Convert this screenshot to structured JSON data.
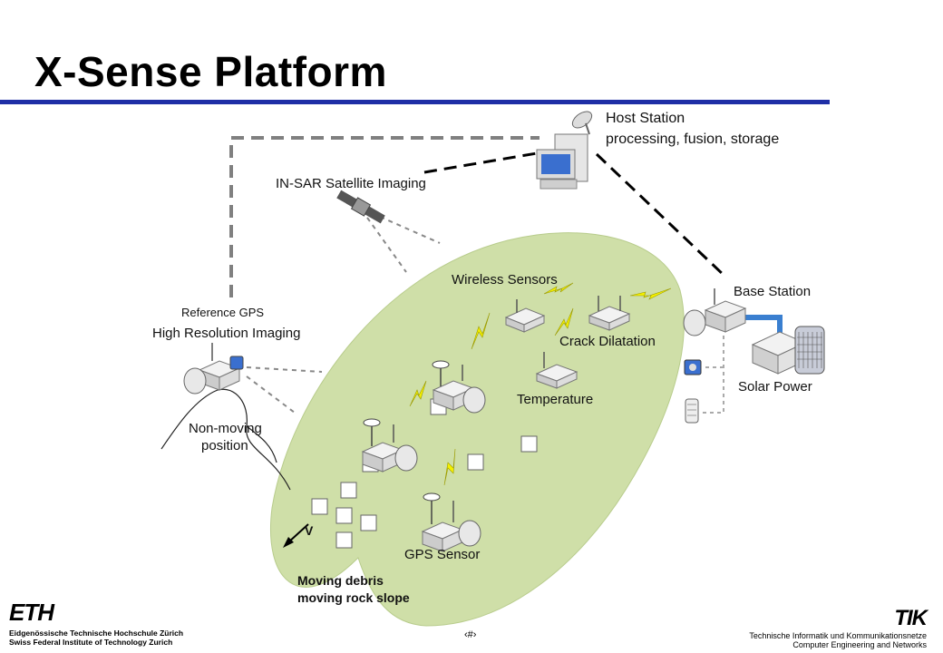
{
  "slide": {
    "title": "X-Sense Platform",
    "number": "‹#›"
  },
  "diagram": {
    "host_station_line1": "Host Station",
    "host_station_line2": "processing, fusion, storage",
    "insar": "IN-SAR Satellite Imaging",
    "reference_gps": "Reference GPS",
    "high_res": "High Resolution Imaging",
    "non_moving_line1": "Non-moving",
    "non_moving_line2": "position",
    "wireless_sensors": "Wireless Sensors",
    "base_station": "Base Station",
    "crack_dilatation": "Crack Dilatation",
    "temperature": "Temperature",
    "solar_power": "Solar Power",
    "gps_sensor": "GPS Sensor",
    "velocity": "V",
    "moving_line1": "Moving debris",
    "moving_line2": "moving rock slope",
    "colors": {
      "title_bar": "#1f2fa6",
      "slope": "#cfdfa8",
      "cable": "#3a7fd0",
      "lightning": "#f4f000"
    }
  },
  "footer": {
    "eth_logo": "ETH",
    "eth_line1": "Eidgenössische Technische Hochschule Zürich",
    "eth_line2": "Swiss Federal Institute of Technology Zurich",
    "tik_logo": "TIK",
    "tik_line1": "Technische Informatik und Kommunikationsnetze",
    "tik_line2": "Computer Engineering and Networks"
  }
}
